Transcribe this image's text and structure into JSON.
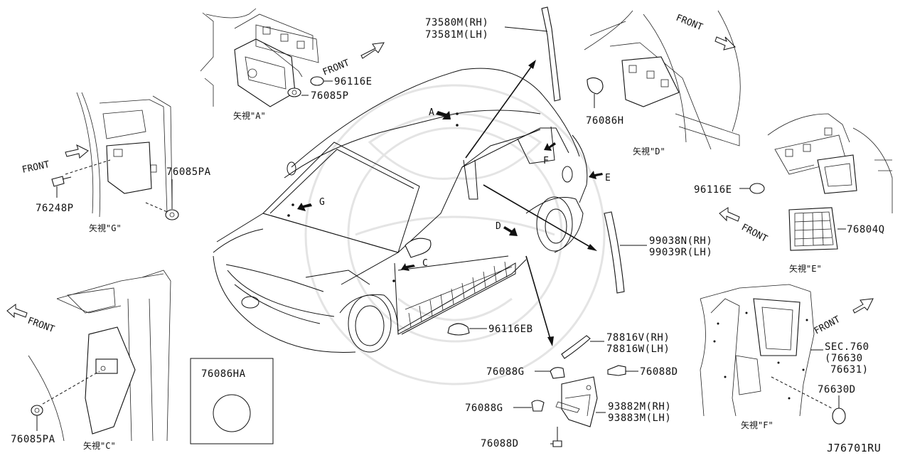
{
  "diagram": {
    "labels": {
      "p73580M": "73580M(RH)",
      "p73581M": "73581M(LH)",
      "p96116E_a": "96116E",
      "p76085P": "76085P",
      "view_a": "矢視\"A\"",
      "p76086H": "76086H",
      "view_d": "矢視\"D\"",
      "p76085PA_g": "76085PA",
      "p76248P": "76248P",
      "view_g": "矢視\"G\"",
      "p96116E_e": "96116E",
      "p76804Q": "76804Q",
      "view_e": "矢視\"E\"",
      "p99038N": "99038N(RH)",
      "p99039R": "99039R(LH)",
      "p96116EB": "96116EB",
      "p78816V": "78816V(RH)",
      "p78816W": "78816W(LH)",
      "p76088G_top": "76088G",
      "p76088D_top": "76088D",
      "p76088G_mid": "76088G",
      "p93882M": "93882M(RH)",
      "p93883M": "93883M(LH)",
      "p76088D_bot": "76088D",
      "p76086HA": "76086HA",
      "p76085PA_c": "76085PA",
      "view_c": "矢視\"C\"",
      "sec760": "SEC.760",
      "p76630": "(76630",
      "p76631": "76631)",
      "p76630D": "76630D",
      "view_f": "矢視\"F\"",
      "ref": "J76701RU",
      "front": "FRONT",
      "callout_a": "A",
      "callout_c": "C",
      "callout_d": "D",
      "callout_e": "E",
      "callout_f": "F",
      "callout_g": "G"
    }
  }
}
